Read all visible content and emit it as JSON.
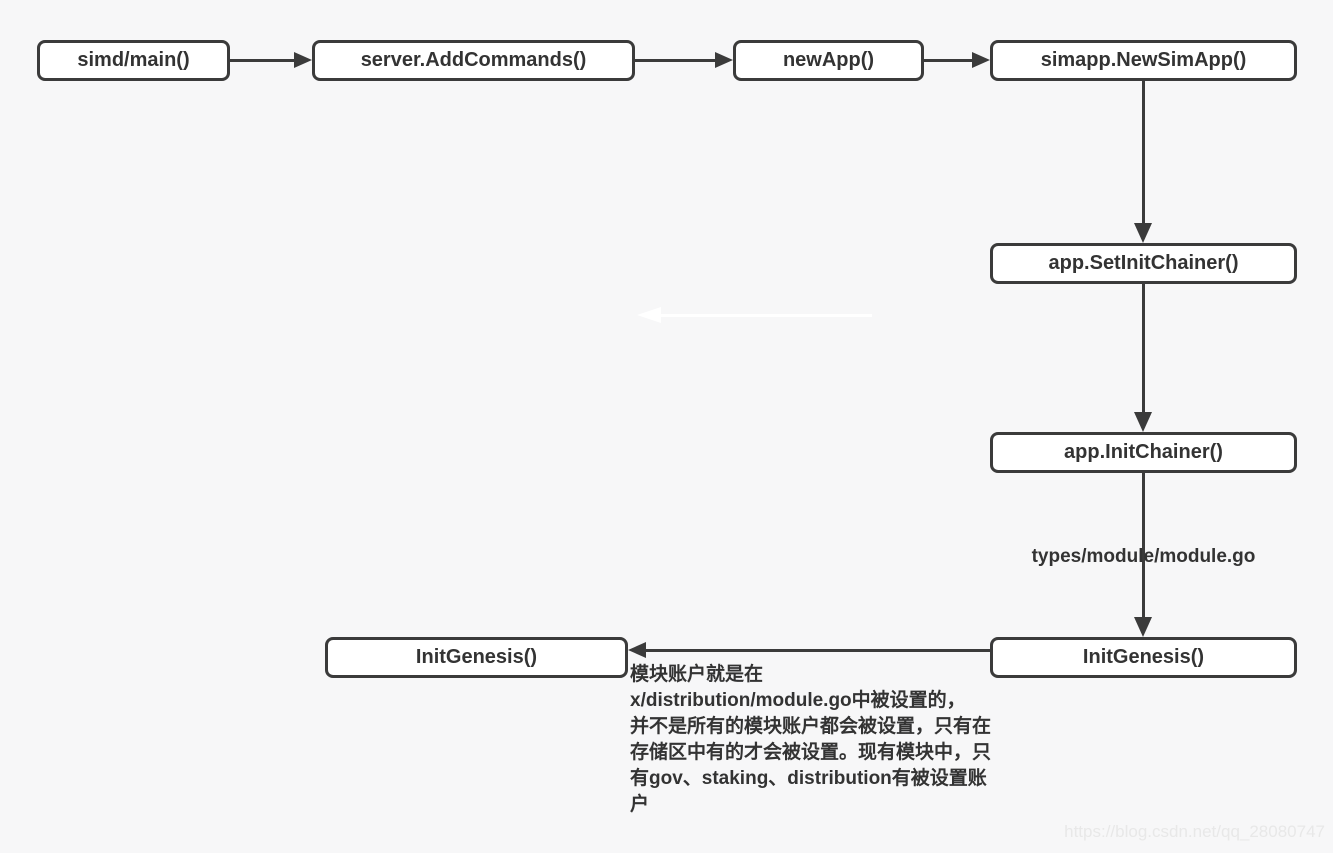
{
  "nodes": {
    "simd_main": "simd/main()",
    "server_add_commands": "server.AddCommands()",
    "new_app": "newApp()",
    "simapp_new_sim_app": "simapp.NewSimApp()",
    "app_set_init_chainer": "app.SetInitChainer()",
    "app_init_chainer": "app.InitChainer()",
    "init_genesis_right": "InitGenesis()",
    "init_genesis_left": "InitGenesis()"
  },
  "edge_label": "types/module/module.go",
  "annotation_lines": [
    "模块账户就是在",
    "x/distribution/module.go中被设置的，",
    "并不是所有的模块账户都会被设置，只有在",
    "存储区中有的才会被设置。现有模块中，只",
    "有gov、staking、distribution有被设置账",
    "户"
  ],
  "watermark": "https://blog.csdn.net/qq_28080747",
  "colors": {
    "background": "#f7f7f8",
    "box_border": "#3b3b3b",
    "box_fill": "#ffffff",
    "text": "#333333",
    "arrow": "#3b3b3b",
    "ghost_arrow": "#ffffff",
    "watermark": "#e8e8e8"
  }
}
